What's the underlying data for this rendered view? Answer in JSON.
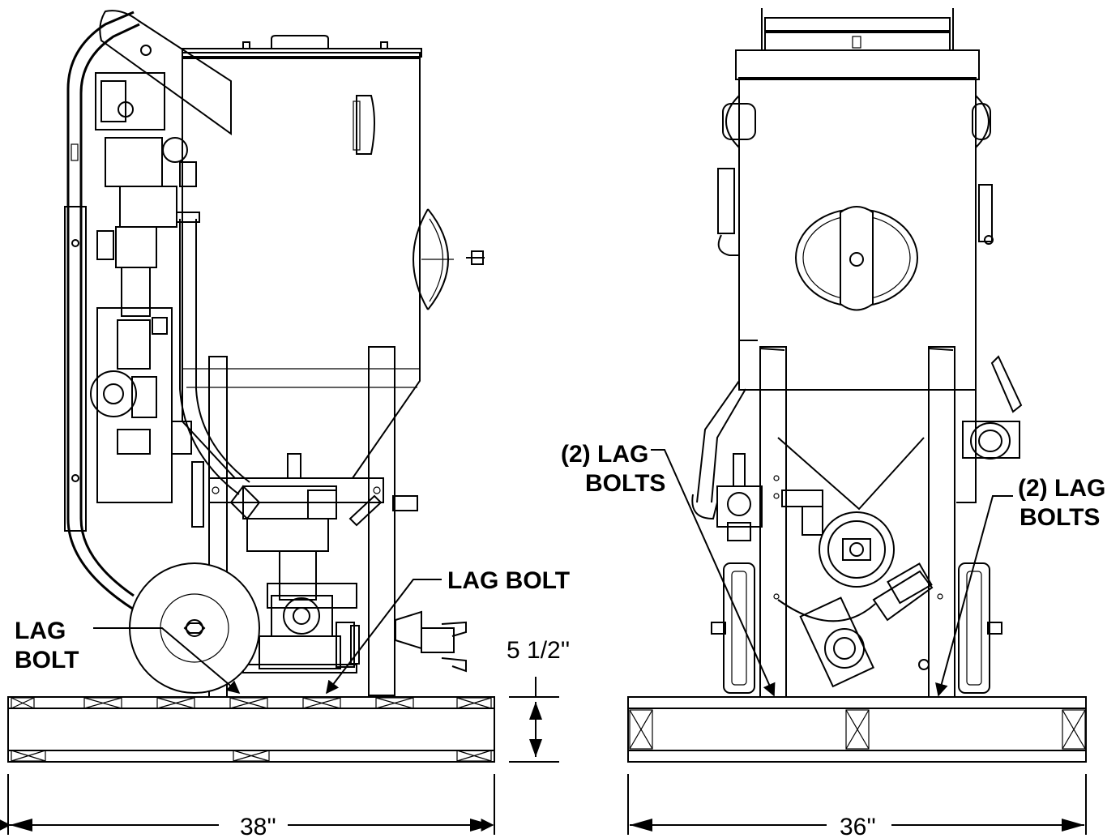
{
  "labels": {
    "left_lag_bolt_line1": "LAG",
    "left_lag_bolt_line2": "BOLT",
    "center_lag_bolt": "LAG BOLT",
    "mid_lag_bolts_line1": "(2) LAG",
    "mid_lag_bolts_line2": "BOLTS",
    "right_lag_bolts_line1": "(2) LAG",
    "right_lag_bolts_line2": "BOLTS"
  },
  "dimensions": {
    "skid_height": "5 1/2''",
    "side_view_width": "38''",
    "front_view_width": "36''"
  }
}
